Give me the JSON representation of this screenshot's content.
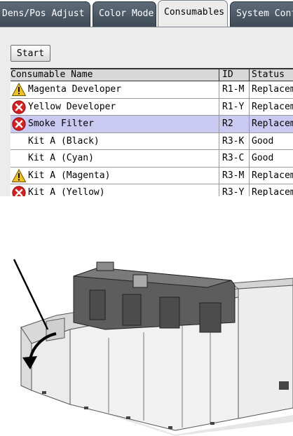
{
  "tabs": [
    {
      "label": "Dens/Pos Adjust"
    },
    {
      "label": "Color Mode"
    },
    {
      "label": "Consumables"
    },
    {
      "label": "System Confi"
    }
  ],
  "start_label": "Start",
  "columns": {
    "name": "Consumable Name",
    "id": "ID",
    "status": "Status"
  },
  "rows": [
    {
      "icon": "warning-icon",
      "name": "Magenta Developer",
      "id": "R1-M",
      "status": "Replacem"
    },
    {
      "icon": "error-icon",
      "name": "Yellow Developer",
      "id": "R1-Y",
      "status": "Replacem"
    },
    {
      "icon": "error-icon",
      "name": "Smoke Filter",
      "id": "R2",
      "status": "Replacem"
    },
    {
      "icon": "",
      "name": "Kit A (Black)",
      "id": "R3-K",
      "status": "Good"
    },
    {
      "icon": "",
      "name": "Kit A (Cyan)",
      "id": "R3-C",
      "status": "Good"
    },
    {
      "icon": "warning-icon",
      "name": "Kit A (Magenta)",
      "id": "R3-M",
      "status": "Replacem"
    },
    {
      "icon": "error-icon",
      "name": "Kit A (Yellow)",
      "id": "R3-Y",
      "status": "Replacem"
    }
  ],
  "selected_row": 2,
  "colors": {
    "warning": "#f0c020",
    "error": "#d81e1e",
    "selected": "#c9c9f2",
    "tab": "#4b5764"
  }
}
